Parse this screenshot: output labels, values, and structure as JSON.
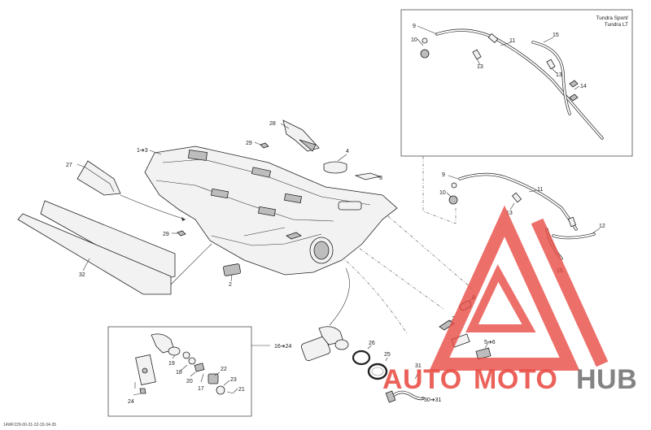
{
  "diagram": {
    "inset_title_line1": "Tundra Sport/",
    "inset_title_line2": "Tundra LT",
    "doc_code": "14WF229-00-31-32-33-34-35",
    "labels": {
      "l1_3": "1➔3",
      "l2": "2",
      "l3": "3",
      "l4": "4",
      "l5_6": "5➔6",
      "l7": "7",
      "l8": "8",
      "l9a": "9",
      "l9b": "9",
      "l10a": "10",
      "l10b": "10",
      "l11a": "11",
      "l11b": "11",
      "l12": "12",
      "l13a": "13",
      "l13b": "13",
      "l13c": "13",
      "l14": "14",
      "l15a": "15",
      "l15b": "15",
      "l16_24": "16➔24",
      "l17": "17",
      "l18": "18",
      "l19": "19",
      "l20": "20",
      "l21": "21",
      "l22": "22",
      "l23": "23",
      "l24": "24",
      "l25": "25",
      "l26": "26",
      "l27": "27",
      "l28": "28",
      "l29a": "29",
      "l29b": "29",
      "l30_31": "30➔31",
      "l31": "31",
      "l32": "32"
    }
  },
  "watermark": {
    "part1": "AUTO",
    "part2": "MOTO",
    "part3": "HUB",
    "color_red": "#e8473f",
    "color_gray": "#6e6e6e"
  }
}
